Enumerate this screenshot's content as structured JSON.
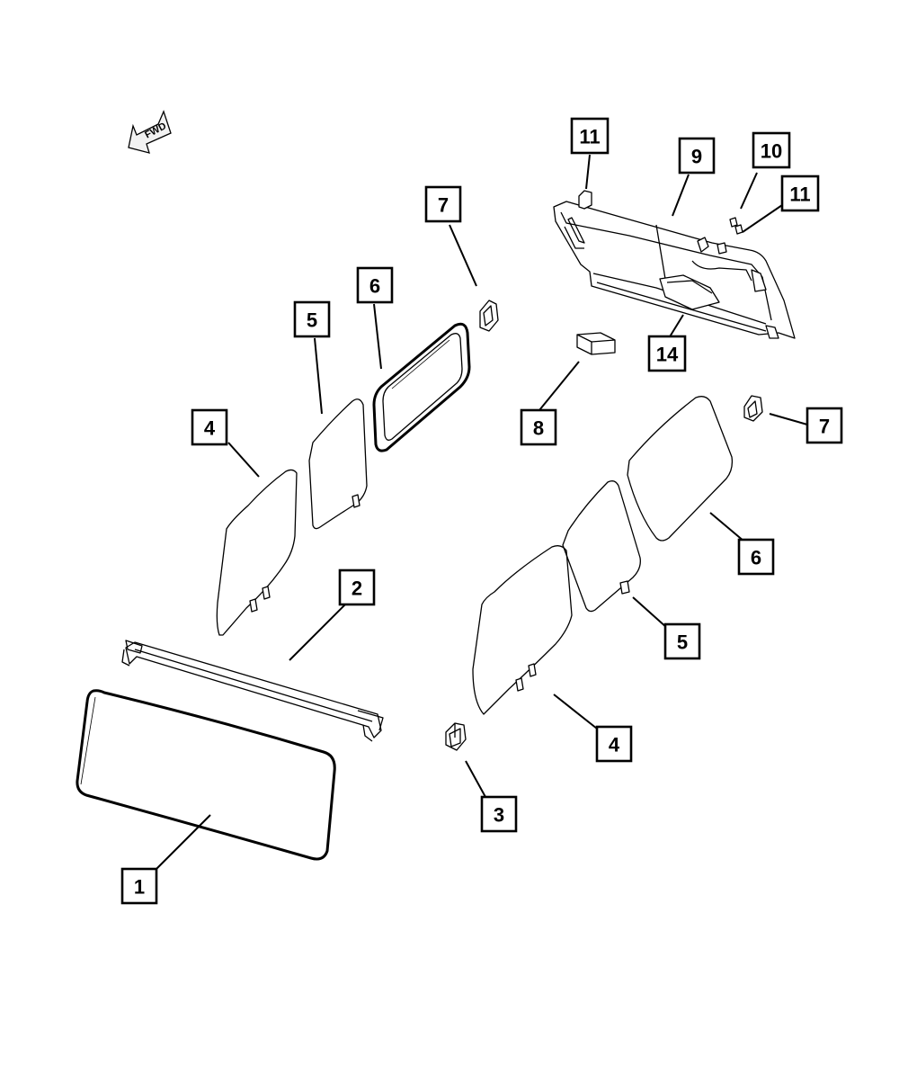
{
  "fwd_indicator": {
    "label": "FWD",
    "icon": "forward-arrow-icon"
  },
  "callouts": [
    {
      "id": "c1",
      "label": "1"
    },
    {
      "id": "c2",
      "label": "2"
    },
    {
      "id": "c3",
      "label": "3"
    },
    {
      "id": "c4a",
      "label": "4"
    },
    {
      "id": "c4b",
      "label": "4"
    },
    {
      "id": "c5a",
      "label": "5"
    },
    {
      "id": "c5b",
      "label": "5"
    },
    {
      "id": "c6a",
      "label": "6"
    },
    {
      "id": "c6b",
      "label": "6"
    },
    {
      "id": "c7a",
      "label": "7"
    },
    {
      "id": "c7b",
      "label": "7"
    },
    {
      "id": "c8",
      "label": "8"
    },
    {
      "id": "c9",
      "label": "9"
    },
    {
      "id": "c10",
      "label": "10"
    },
    {
      "id": "c11a",
      "label": "11"
    },
    {
      "id": "c11b",
      "label": "11"
    },
    {
      "id": "c14",
      "label": "14"
    }
  ]
}
